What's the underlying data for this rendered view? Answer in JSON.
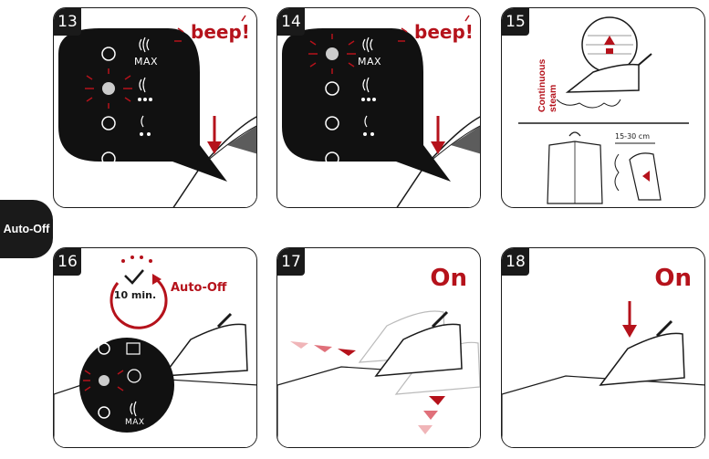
{
  "side_tab": {
    "label": "Auto-Off"
  },
  "panels": {
    "p13": {
      "number": "13",
      "beep": "beep!",
      "max": "MAX"
    },
    "p14": {
      "number": "14",
      "beep": "beep!",
      "max": "MAX"
    },
    "p15": {
      "number": "15",
      "steam_line1": "Continuous",
      "steam_line2": "steam",
      "distance": "15-30 cm"
    },
    "p16": {
      "number": "16",
      "timer": "10 min.",
      "label": "Auto-Off",
      "max": "MAX"
    },
    "p17": {
      "number": "17",
      "state": "On"
    },
    "p18": {
      "number": "18",
      "state": "On"
    }
  },
  "colors": {
    "accent": "#b5121b",
    "ink": "#1a1a1a"
  }
}
